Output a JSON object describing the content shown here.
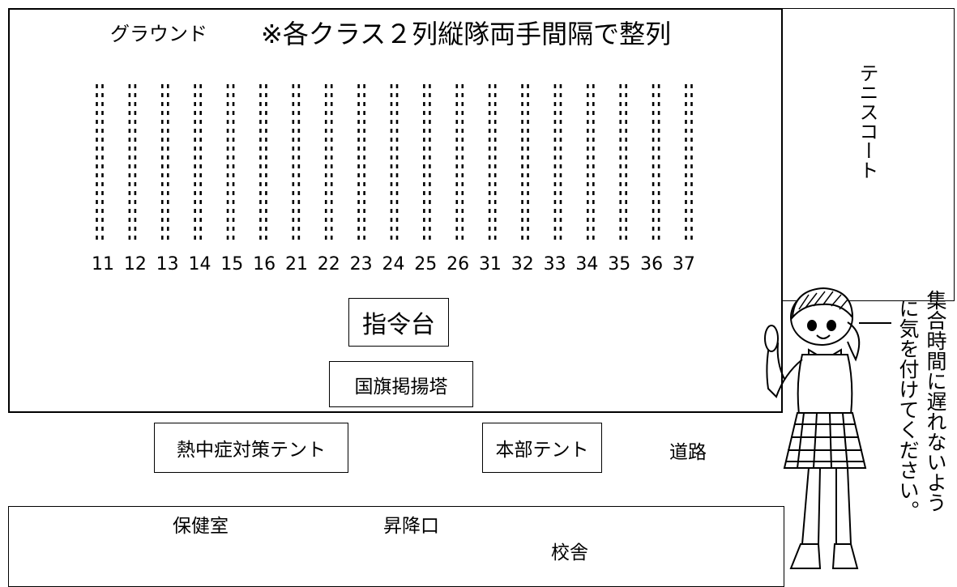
{
  "map": {
    "ground_label": "グラウンド",
    "note": "※各クラス２列縦隊両手間隔で整列",
    "tennis_court": "テニスコート",
    "classes": [
      "11",
      "12",
      "13",
      "14",
      "15",
      "16",
      "21",
      "22",
      "23",
      "24",
      "25",
      "26",
      "31",
      "32",
      "33",
      "34",
      "35",
      "36",
      "37"
    ],
    "command_stand": "指令台",
    "flag_tower": "国旗掲揚塔",
    "heatstroke_tent": "熱中症対策テント",
    "hq_tent": "本部テント",
    "road": "道路",
    "nurse_room": "保健室",
    "entrance": "昇降口",
    "school_building": "校舎"
  },
  "callout": {
    "line1": "集合時間に遅れないよう",
    "line2": "に気を付けてください。"
  }
}
